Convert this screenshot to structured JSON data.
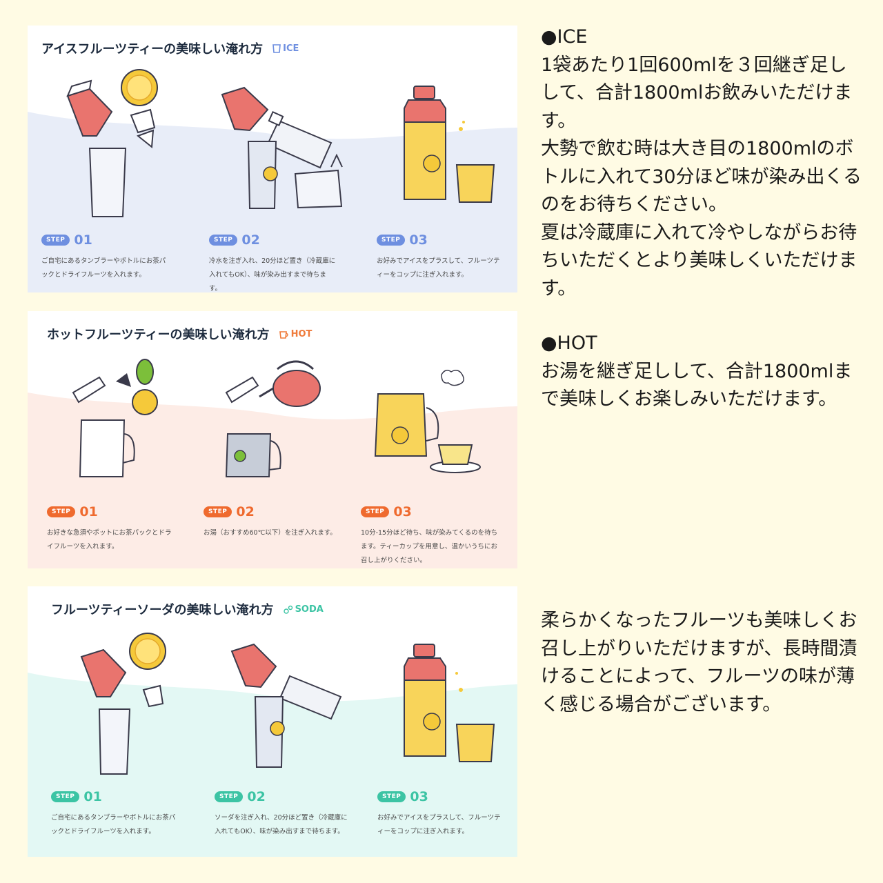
{
  "cards": [
    {
      "key": "ice",
      "title": "アイスフルーツティーの美味しい淹れ方",
      "tag": "ICE",
      "tag_icon": "glass-icon",
      "accent": "#6e8fe0",
      "band": "#e8edf8",
      "steps": [
        {
          "badge": "STEP",
          "num": "01",
          "text": "ご自宅にあるタンブラーやボトルにお茶パックとドライフルーツを入れます。"
        },
        {
          "badge": "STEP",
          "num": "02",
          "text": "冷水を注ぎ入れ、20分ほど置き（冷蔵庫に入れてもOK）、味が染み出すまで待ちます。"
        },
        {
          "badge": "STEP",
          "num": "03",
          "text": "お好みでアイスをプラスして、フルーツティーをコップに注ぎ入れます。"
        }
      ]
    },
    {
      "key": "hot",
      "title": "ホットフルーツティーの美味しい淹れ方",
      "tag": "HOT",
      "tag_icon": "cup-icon",
      "accent": "#ef6a2e",
      "band": "#fdece6",
      "steps": [
        {
          "badge": "STEP",
          "num": "01",
          "text": "お好きな急須やポットにお茶パックとドライフルーツを入れます。"
        },
        {
          "badge": "STEP",
          "num": "02",
          "text": "お湯（おすすめ60℃以下）を注ぎ入れます。"
        },
        {
          "badge": "STEP",
          "num": "03",
          "text": "10分-15分ほど待ち、味が染みてくるのを待ちます。ティーカップを用意し、温かいうちにお召し上がりください。"
        }
      ]
    },
    {
      "key": "soda",
      "title": "フルーツティーソーダの美味しい淹れ方",
      "tag": "SODA",
      "tag_icon": "bubbles-icon",
      "accent": "#3cc4a4",
      "band": "#e3f8f4",
      "steps": [
        {
          "badge": "STEP",
          "num": "01",
          "text": "ご自宅にあるタンブラーやボトルにお茶パックとドライフルーツを入れます。"
        },
        {
          "badge": "STEP",
          "num": "02",
          "text": "ソーダを注ぎ入れ、20分ほど置き（冷蔵庫に入れてもOK）、味が染み出すまで待ちます。"
        },
        {
          "badge": "STEP",
          "num": "03",
          "text": "お好みでアイスをプラスして、フルーツティーをコップに注ぎ入れます。"
        }
      ]
    }
  ],
  "side": {
    "ice": [
      "●ICE",
      "1袋あたり1回600mlを３回継ぎ足しして、合計1800mlお飲みいただけます。",
      "大勢で飲む時は大き目の1800mlのボトルに入れて30分ほど味が染み出くるのをお待ちください。",
      "夏は冷蔵庫に入れて冷やしながらお待ちいただくとより美味しくいただけます。"
    ],
    "hot": [
      "●HOT",
      "お湯を継ぎ足しして、合計1800mlまで美味しくお楽しみいただけます。"
    ],
    "note": [
      "柔らかくなったフルーツも美味しくお召し上がりいただけますが、長時間漬けることによって、フルーツの味が薄く感じる場合がございます。"
    ]
  }
}
